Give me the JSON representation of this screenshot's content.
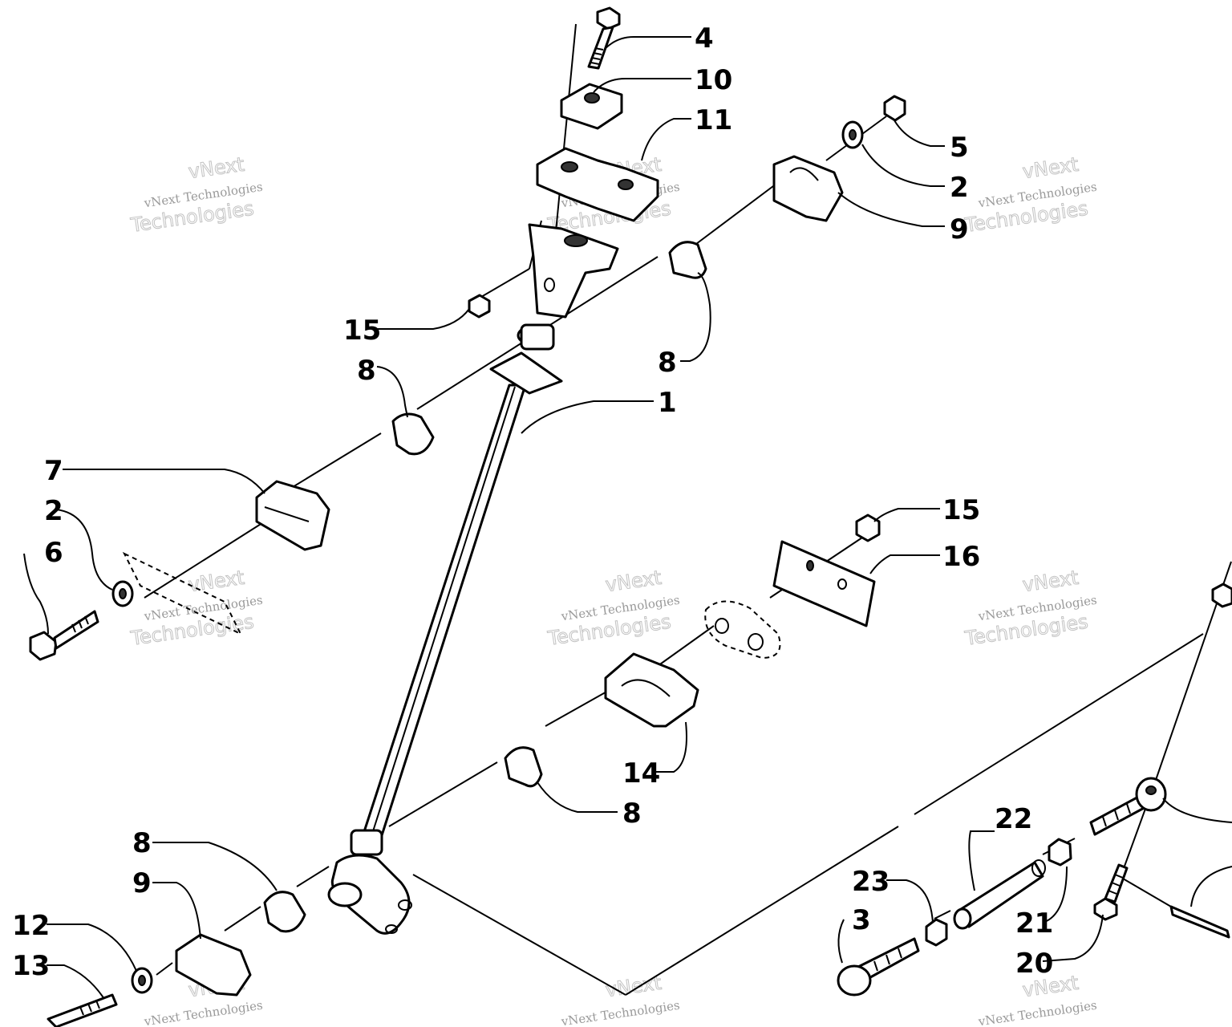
{
  "callouts": {
    "c1": "1",
    "c2a": "2",
    "c2b": "2",
    "c3": "3",
    "c4": "4",
    "c5": "5",
    "c6": "6",
    "c7": "7",
    "c8a": "8",
    "c8b": "8",
    "c8c": "8",
    "c8d": "8",
    "c9a": "9",
    "c9b": "9",
    "c10": "10",
    "c11": "11",
    "c12": "12",
    "c13": "13",
    "c14": "14",
    "c15a": "15",
    "c15b": "15",
    "c16": "16",
    "c20": "20",
    "c21": "21",
    "c22": "22",
    "c23": "23"
  },
  "watermark": {
    "line1": "vNext Technologies",
    "line2": "Technologies",
    "line3": "vNext"
  }
}
